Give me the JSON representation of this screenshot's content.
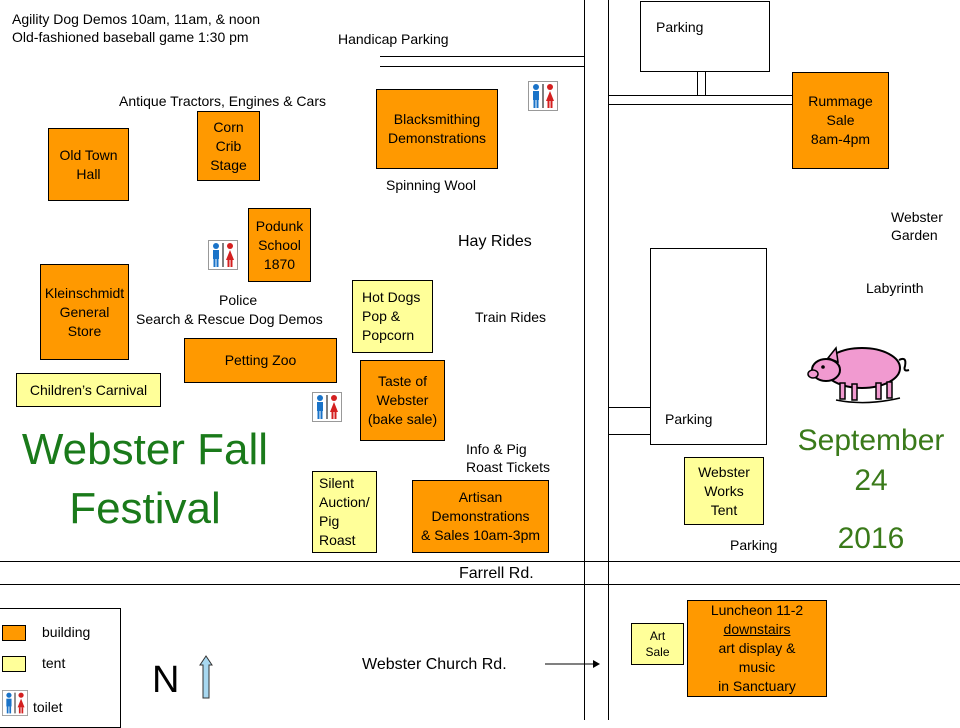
{
  "colors": {
    "building": "#ff9900",
    "tent": "#ffff99",
    "title": "#1a7a1a",
    "date": "#3a7a1a",
    "pig": "#f19ad0"
  },
  "schedule": {
    "line1": "Agility Dog Demos 10am, 11am, & noon",
    "line2": "Old-fashioned  baseball game  1:30 pm"
  },
  "labels": {
    "handicap_parking": "Handicap Parking",
    "antique": "Antique Tractors, Engines & Cars",
    "spinning_wool": "Spinning Wool",
    "hay_rides": "Hay Rides",
    "police": "Police",
    "search_rescue": "Search & Rescue Dog Demos",
    "train_rides": "Train Rides",
    "info": "Info & Pig\nRoast Tickets",
    "webster_garden": "Webster\nGarden",
    "labyrinth": "Labyrinth",
    "parking_top": "Parking",
    "parking_mid": "Parking",
    "parking_bottom": "Parking",
    "farrell": "Farrell Rd.",
    "church_rd": "Webster Church Rd."
  },
  "buildings": {
    "old_town_hall": "Old Town\nHall",
    "corn_crib": "Corn\nCrib\nStage",
    "blacksmithing": "Blacksmithing\nDemonstrations",
    "podunk": "Podunk\nSchool\n1870",
    "kleinschmidt": "Kleinschmidt\nGeneral\nStore",
    "petting_zoo": "Petting Zoo",
    "taste": "Taste of\nWebster\n(bake sale)",
    "artisan": "Artisan\nDemonstrations\n& Sales 10am-3pm",
    "rummage": "Rummage\nSale\n8am-4pm",
    "luncheon_line1": "Luncheon 11-2",
    "luncheon_line2": "downstairs",
    "luncheon_line3": "art display &\nmusic\nin Sanctuary"
  },
  "tents": {
    "hot_dogs": "Hot Dogs\nPop &\nPopcorn",
    "carnival": "Children’s Carnival",
    "silent_auction": "Silent\nAuction/\nPig\nRoast",
    "webster_works": "Webster\nWorks\nTent",
    "art_sale": "Art\nSale"
  },
  "title": {
    "line1": "Webster Fall",
    "line2": "Festival"
  },
  "date": {
    "line1": "September",
    "line2": "24",
    "line3": "2016"
  },
  "legend": {
    "building": "building",
    "tent": "tent",
    "toilet": "toilet"
  },
  "north": {
    "label": "N"
  }
}
